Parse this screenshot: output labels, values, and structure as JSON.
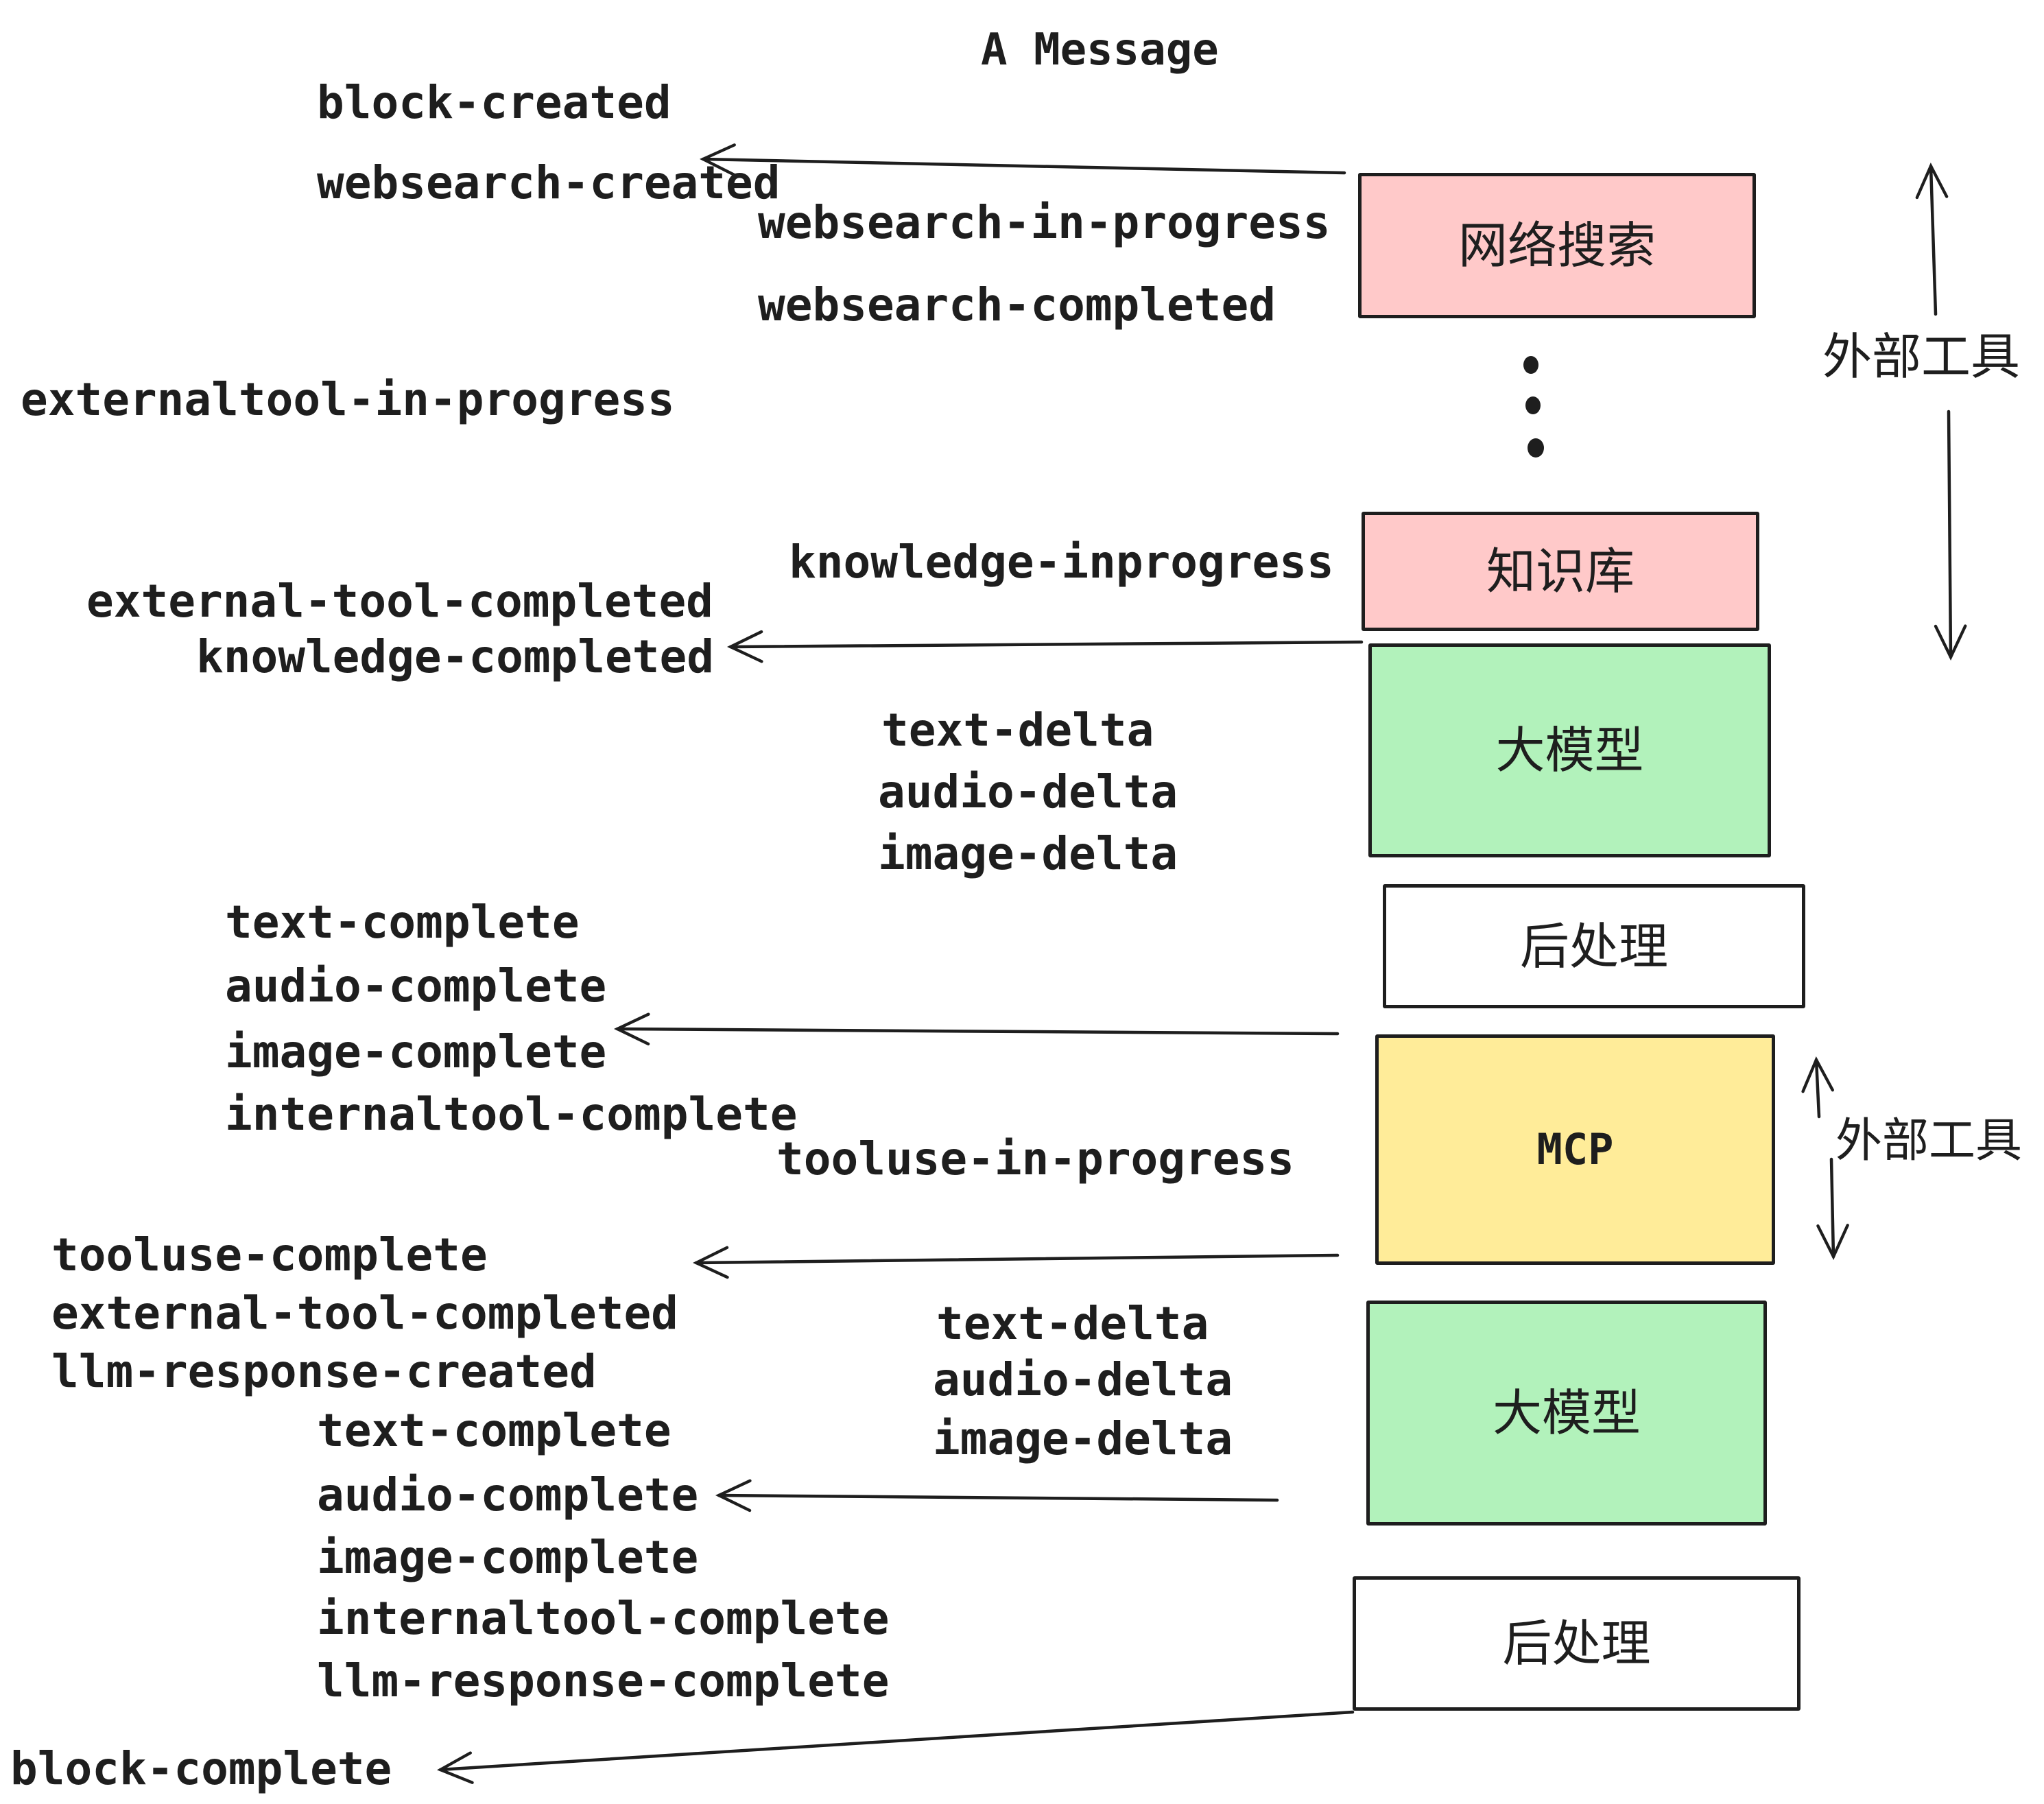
{
  "title": "A Message",
  "palette": {
    "ink": "#1e1e1e",
    "pink": "#ffc9c9",
    "green": "#b2f2bb",
    "yellow": "#ffec99",
    "white": "#ffffff",
    "background": "#ffffff"
  },
  "events": [
    {
      "label": "block-created"
    },
    {
      "label": "websearch-created"
    },
    {
      "label": "websearch-in-progress"
    },
    {
      "label": "websearch-completed"
    },
    {
      "label": "externaltool-in-progress"
    },
    {
      "label": "knowledge-inprogress"
    },
    {
      "label": "external-tool-completed"
    },
    {
      "label": "knowledge-completed"
    },
    {
      "label": "text-delta"
    },
    {
      "label": "audio-delta"
    },
    {
      "label": "image-delta"
    },
    {
      "label": "text-complete"
    },
    {
      "label": "audio-complete"
    },
    {
      "label": "image-complete"
    },
    {
      "label": "internaltool-complete"
    },
    {
      "label": "tooluse-in-progress"
    },
    {
      "label": "tooluse-complete"
    },
    {
      "label": "external-tool-completed"
    },
    {
      "label": "llm-response-created"
    },
    {
      "label": "text-delta"
    },
    {
      "label": "audio-delta"
    },
    {
      "label": "image-delta"
    },
    {
      "label": "text-complete"
    },
    {
      "label": "audio-complete"
    },
    {
      "label": "image-complete"
    },
    {
      "label": "internaltool-complete"
    },
    {
      "label": "llm-response-complete"
    },
    {
      "label": "block-complete"
    }
  ],
  "boxes": [
    {
      "label": "网络搜索",
      "color": "#ffc9c9"
    },
    {
      "label": "知识库",
      "color": "#ffc9c9"
    },
    {
      "label": "大模型",
      "color": "#b2f2bb"
    },
    {
      "label": "后处理",
      "color": "#ffffff"
    },
    {
      "label": "MCP",
      "color": "#ffec99"
    },
    {
      "label": "大模型",
      "color": "#b2f2bb"
    },
    {
      "label": "后处理",
      "color": "#ffffff"
    }
  ],
  "side_labels": [
    {
      "label": "外部工具"
    },
    {
      "label": "外部工具"
    }
  ]
}
